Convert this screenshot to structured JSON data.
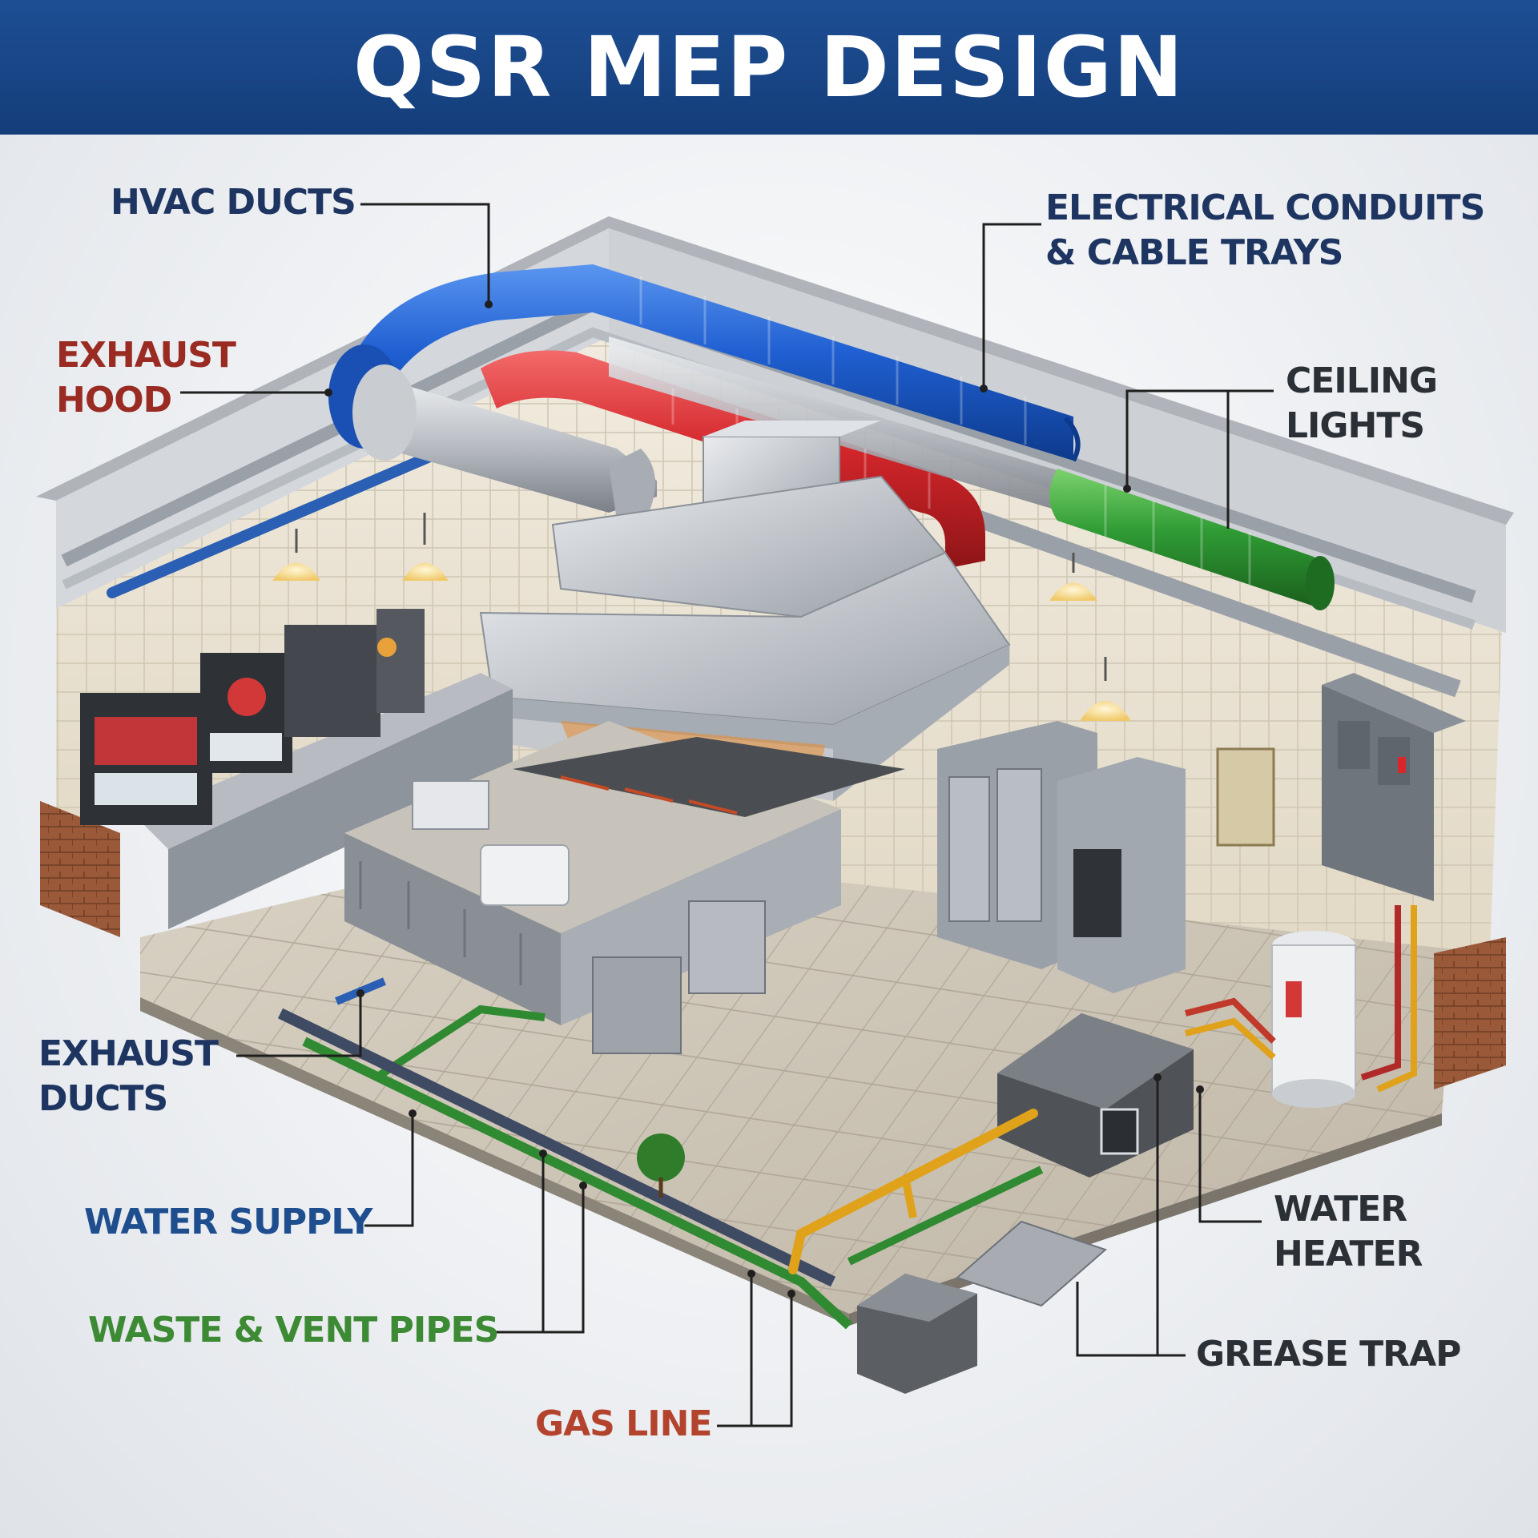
{
  "title": "QSR MEP DESIGN",
  "labels": {
    "hvac_ducts": "HVAC DUCTS",
    "electrical_line1": "ELECTRICAL CONDUITS",
    "electrical_line2": "& CABLE TRAYS",
    "exhaust_hood_line1": "EXHAUST",
    "exhaust_hood_line2": "HOOD",
    "ceiling_lights_line1": "CEILING",
    "ceiling_lights_line2": "LIGHTS",
    "exhaust_ducts_line1": "EXHAUST",
    "exhaust_ducts_line2": "DUCTS",
    "water_supply": "WATER SUPPLY",
    "waste_vent": "WASTE & VENT PIPES",
    "gas_line": "GAS LINE",
    "water_heater_line1": "WATER",
    "water_heater_line2": "HEATER",
    "grease_trap": "GREASE TRAP"
  },
  "colors": {
    "title_bar": "#1d4f94",
    "hvac_duct": "#1f5fd1",
    "exhaust_duct_red": "#d3262b",
    "green_duct": "#2f9b34",
    "silver_duct": "#b9bdc3",
    "gas_pipe": "#e0a21a",
    "waste_pipe": "#2f8a32",
    "water_pipe": "#2a5fb3"
  }
}
